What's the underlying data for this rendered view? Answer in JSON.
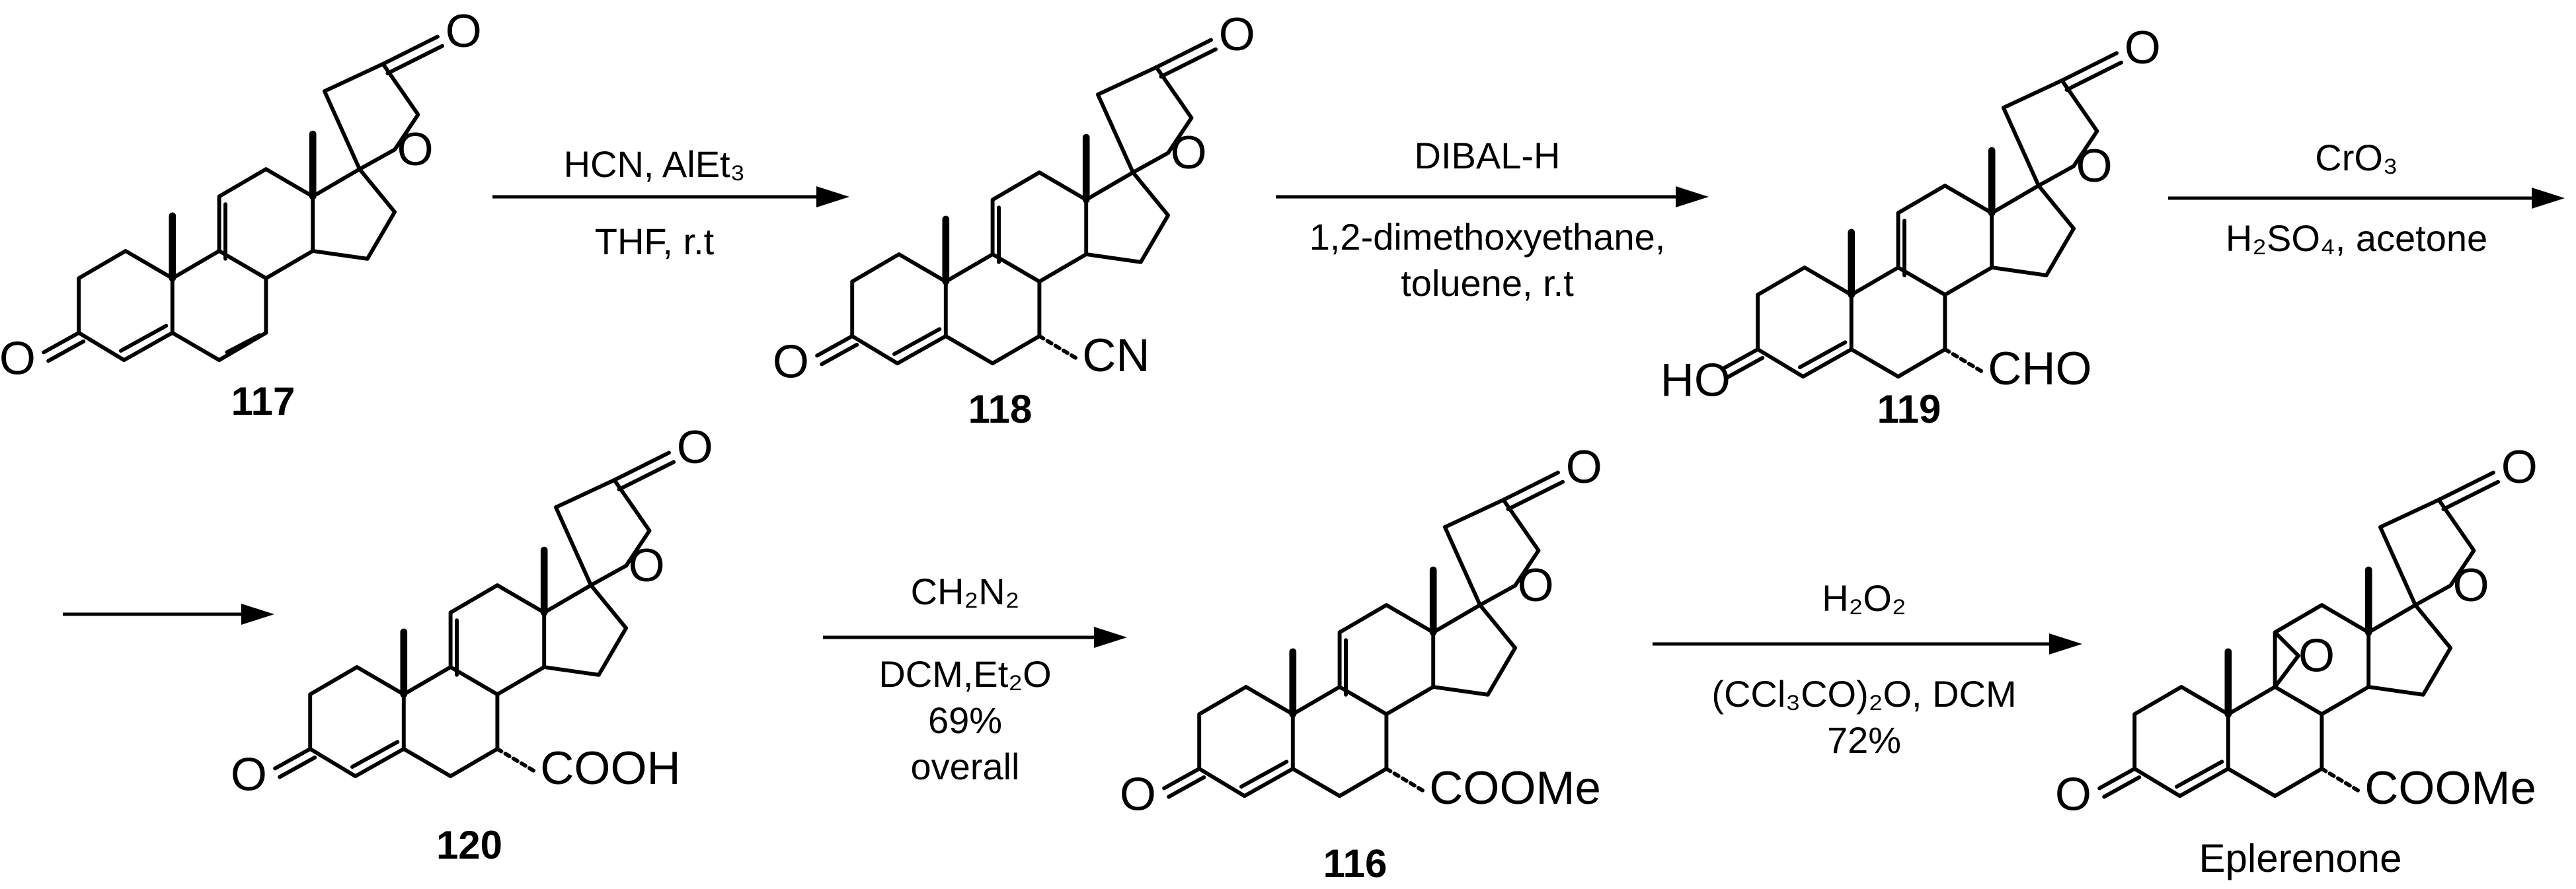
{
  "compounds": {
    "c117": {
      "label": "117"
    },
    "c118": {
      "label": "118",
      "substituent": "CN"
    },
    "c119": {
      "label": "119",
      "substituent": "CHO",
      "hydroxyl": "HO"
    },
    "c120": {
      "label": "120",
      "substituent": "COOH"
    },
    "c116": {
      "label": "116",
      "substituent": "COOMe"
    },
    "eplerenone": {
      "label": "Eplerenone",
      "substituent": "COOMe",
      "epoxide_o": "O"
    }
  },
  "atoms": {
    "ketone_o": "O",
    "lactone_o": "O",
    "ring_o": "O"
  },
  "steps": {
    "s1": {
      "above": "HCN, AlEt₃",
      "below": [
        "THF, r.t"
      ]
    },
    "s2": {
      "above": "DIBAL-H",
      "below": [
        "1,2-dimethoxyethane,",
        "toluene, r.t"
      ]
    },
    "s3": {
      "above": "CrO₃",
      "below": [
        "H₂SO₄, acetone"
      ]
    },
    "s4": {
      "above": "CH₂N₂",
      "below": [
        "DCM,Et₂O",
        "69%",
        "overall"
      ]
    },
    "s5": {
      "above": "H₂O₂",
      "below": [
        "(CCl₃CO)₂O, DCM",
        "72%"
      ]
    }
  }
}
